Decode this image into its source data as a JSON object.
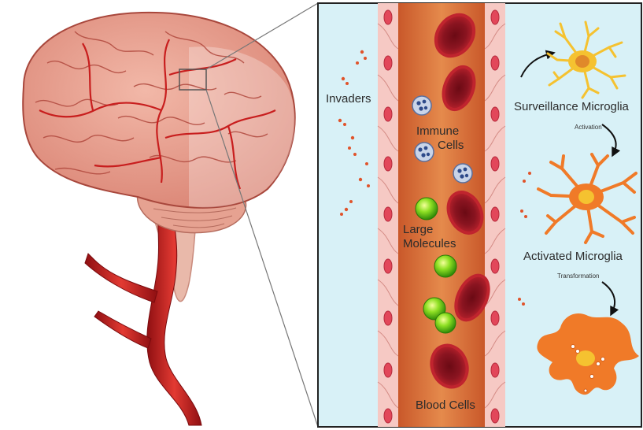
{
  "labels": {
    "invaders": "Invaders",
    "immune_cells_line1": "Immune",
    "immune_cells_line2": "Cells",
    "large_molecules_line1": "Large",
    "large_molecules_line2": "Molecules",
    "blood_cells": "Blood Cells",
    "surveillance_microglia": "Surveillance Microglia",
    "activation": "Activation",
    "activated_microglia": "Activated Microglia",
    "transformation": "Transformation"
  },
  "colors": {
    "panel_bg": "#d8f1f7",
    "vessel_lumen": "#e07a3e",
    "vessel_wall": "#f6c9c4",
    "endothelial_nucleus": "#e2475a",
    "red_blood_cell": "#9e1422",
    "immune_cell": "#c9d4e8",
    "large_molecule": "#6fcf1c",
    "surveillance_microglia": "#f5c230",
    "activated_microglia": "#f07a28",
    "brain": "#e99b8b",
    "artery": "#c81e1e"
  }
}
